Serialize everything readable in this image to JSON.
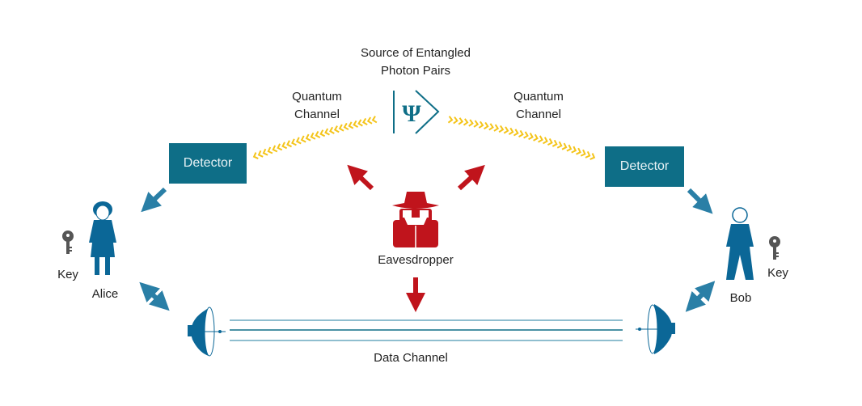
{
  "source": {
    "line1": "Source of Entangled",
    "line2": "Photon Pairs",
    "symbol": "Ψ"
  },
  "quantum_channel_left": {
    "line1": "Quantum",
    "line2": "Channel"
  },
  "quantum_channel_right": {
    "line1": "Quantum",
    "line2": "Channel"
  },
  "detector_left": "Detector",
  "detector_right": "Detector",
  "alice": {
    "name": "Alice",
    "key_label": "Key"
  },
  "bob": {
    "name": "Bob",
    "key_label": "Key"
  },
  "eavesdropper": "Eavesdropper",
  "data_channel": "Data Channel",
  "colors": {
    "teal": "#0e6e87",
    "blue": "#0b6797",
    "arrow_blue": "#2a7fa6",
    "red": "#c0141c",
    "yellow": "#f4c41a",
    "key": "#555555"
  }
}
